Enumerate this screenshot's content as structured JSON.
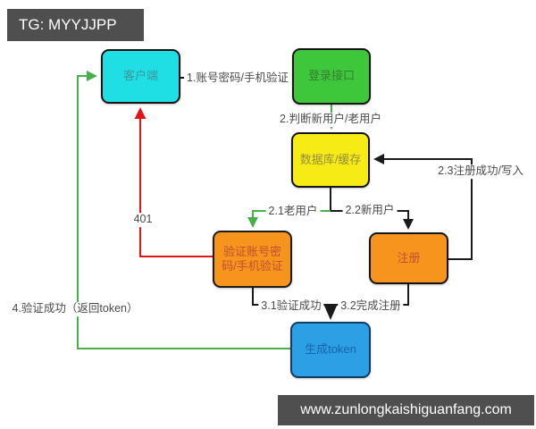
{
  "watermarks": {
    "top": "TG: MYYJJPP",
    "bottom": "www.zunlongkaishiguanfang.com"
  },
  "nodes": {
    "client": {
      "label": "客户端",
      "color": "#1fdfe4"
    },
    "login": {
      "label": "登录接口",
      "color": "#3ec73b"
    },
    "database": {
      "label": "数据库/缓存",
      "color": "#f7eb16"
    },
    "verify": {
      "label": "验证账号密码/手机验证",
      "color": "#f7941d"
    },
    "register": {
      "label": "注册",
      "color": "#f7941d"
    },
    "token": {
      "label": "生成token",
      "color": "#2d9fe4"
    }
  },
  "edges": {
    "e1": {
      "label": "1.账号密码/手机验证",
      "from": "client",
      "to": "login",
      "color": "#1a1a1a"
    },
    "e2": {
      "label": "2.判断新用户/老用户",
      "from": "login",
      "to": "database",
      "color": "#48b048"
    },
    "esplit": {
      "label": "",
      "from": "database",
      "to": "split",
      "color": "#1a1a1a"
    },
    "e21": {
      "label": "2.1老用户",
      "from": "database",
      "to": "verify",
      "color": "#48b048"
    },
    "e22": {
      "label": "2.2新用户",
      "from": "database",
      "to": "register",
      "color": "#1a1a1a"
    },
    "e23": {
      "label": "2.3注册成功/写入",
      "from": "register",
      "to": "database",
      "color": "#1a1a1a"
    },
    "e401": {
      "label": "401",
      "from": "verify",
      "to": "client",
      "color": "#e41414"
    },
    "e31": {
      "label": "3.1验证成功",
      "from": "verify",
      "to": "token",
      "color": "#1a1a1a"
    },
    "e32": {
      "label": "3.2完成注册",
      "from": "register",
      "to": "token",
      "color": "#1a1a1a"
    },
    "e3m": {
      "label": "",
      "from": "merge",
      "to": "token",
      "color": "#1a1a1a"
    },
    "e4": {
      "label": "4.验证成功（返回token）",
      "from": "token",
      "to": "client",
      "color": "#48b048"
    }
  },
  "palette": {
    "background": "#ffffff",
    "banner_bg": "#4f4f4f",
    "banner_text": "#ffffff",
    "label_text": "#4a4a4a",
    "line_black": "#1a1a1a",
    "line_green": "#48b048",
    "line_red": "#e41414"
  }
}
